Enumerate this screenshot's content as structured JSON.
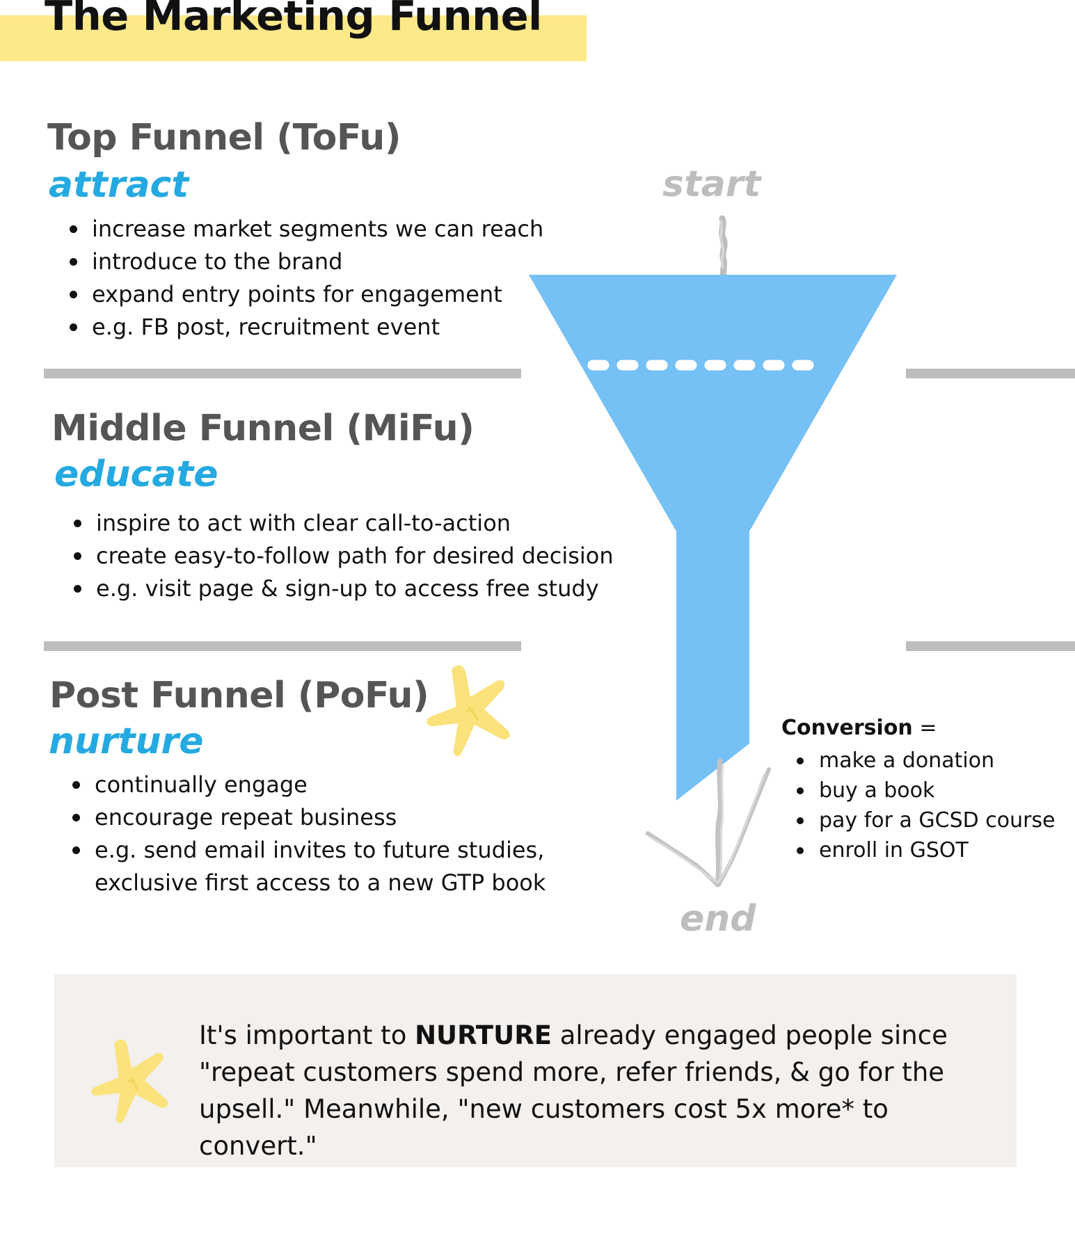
{
  "title": "The Marketing Funnel",
  "sections": [
    {
      "heading": "Top Funnel (ToFu)",
      "verb": "attract",
      "bullets": [
        "increase market segments we can reach",
        "introduce to the brand",
        "expand entry points for engagement",
        "e.g. FB post, recruitment event"
      ]
    },
    {
      "heading": "Middle Funnel (MiFu)",
      "verb": "educate",
      "bullets": [
        "inspire to act with clear call-to-action",
        "create easy-to-follow path for desired decision",
        "e.g. visit page & sign-up to access free study"
      ]
    },
    {
      "heading": "Post Funnel (PoFu)",
      "verb": "nurture",
      "bullets": [
        "continually engage",
        "encourage repeat business",
        "e.g. send email invites to future studies,",
        "exclusive first access to a new GTP book"
      ]
    }
  ],
  "flow": {
    "start": "start",
    "end": "end"
  },
  "conversion": {
    "label": "Conversion",
    "suffix": " =",
    "items": [
      "make a donation",
      "buy a book",
      "pay for a GCSD course",
      "enroll in GSOT"
    ]
  },
  "note": {
    "prefix": "It's important to ",
    "emphasis": "NURTURE",
    "rest": " already engaged people since \"repeat customers spend more, refer friends, & go for the upsell.\"  Meanwhile, \"new customers cost 5x more* to convert.\""
  },
  "colors": {
    "heading": "#555555",
    "accent_blue": "#24a9e1",
    "funnel": "#75c0f5",
    "highlight": "#fde98a",
    "star": "#fbe27b",
    "divider": "#bdbdbd",
    "note_bg": "#f3f0ee"
  },
  "icons": {
    "star": "star-icon",
    "arrow_in": "arrow-down-icon",
    "arrow_out": "arrow-down-icon"
  }
}
